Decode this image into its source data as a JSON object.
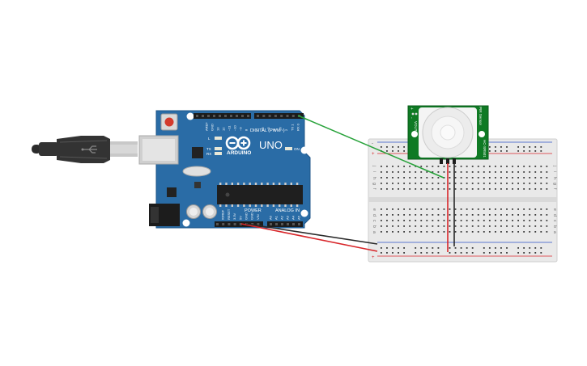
{
  "colors": {
    "board": "#2a6ca6",
    "board_edge": "#1f5688",
    "pcb_green": "#0f7a24",
    "wire_green": "#27a23a",
    "wire_red": "#d8262a",
    "wire_black": "#2a2a2a",
    "breadboard": "#e9e9e9",
    "rail_red": "#d8262a",
    "rail_blue": "#2b52c4"
  },
  "arduino": {
    "brand": "ARDUINO",
    "model": "UNO",
    "digital_header": "DIGITAL (PWM~)",
    "power_header": "POWER",
    "analog_header": "ANALOG IN",
    "led_l": "L",
    "led_tx": "TX",
    "led_rx": "RX",
    "led_on": "ON",
    "top_pins": [
      "AREF",
      "GND",
      "13",
      "12",
      "~11",
      "~10",
      "~9",
      "8",
      "7",
      "~6",
      "~5",
      "4",
      "~3",
      "2",
      "TX 1",
      "RX 0"
    ],
    "power_pins": [
      "IOREF",
      "RESET",
      "3.3V",
      "5V",
      "GND",
      "GND",
      "VIN"
    ],
    "analog_pins": [
      "A0",
      "A1",
      "A2",
      "A3",
      "A4",
      "A5"
    ]
  },
  "pir": {
    "left_label": "VOUT",
    "right_label": "HC-SR501",
    "pin_marks": [
      "+",
      "-"
    ],
    "side_text": "PIR Sensor"
  },
  "breadboard": {
    "rail_plus": "+",
    "rail_minus": "-",
    "row_letters_top": [
      "j",
      "i",
      "h",
      "g",
      "f"
    ],
    "row_letters_bottom": [
      "e",
      "d",
      "c",
      "b",
      "a"
    ]
  },
  "usb": {
    "icon": "usb-plug-icon"
  }
}
